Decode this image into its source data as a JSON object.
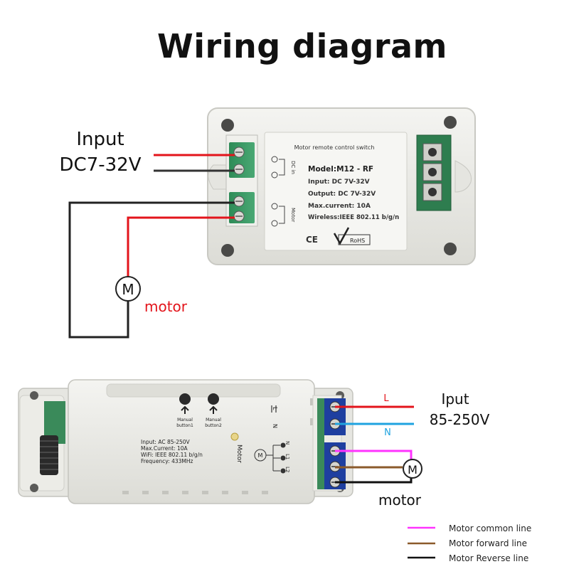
{
  "title": "Wiring diagram",
  "top_device": {
    "input_label": "Input",
    "input_voltage": "DC7-32V",
    "motor_symbol": "M",
    "motor_label": "motor",
    "panel_heading": "Motor remote control switch",
    "model": "Model:M12 - RF",
    "input_spec": "Input: DC 7V-32V",
    "output_spec": "Output: DC 7V-32V",
    "max_current": "Max.current: 10A",
    "wireless": "Wireless:IEEE 802.11 b/g/n",
    "dc_in_label": "DC in",
    "motor_terminal_label": "Motor",
    "ce_mark": "CE",
    "rohs_mark": "RoHS"
  },
  "bottom_device": {
    "manual_button1": [
      "Manual",
      "button1"
    ],
    "manual_button2": [
      "Manual",
      "button2"
    ],
    "spec_lines": [
      "Input: AC 85-250V",
      "Max.Current: 10A",
      "WiFi:  IEEE 802.11 b/g/n",
      "Frequency:  433MHz"
    ],
    "motor_vertical": "Motor",
    "terminal_L": "L",
    "terminal_N": "N",
    "terminal_N2": "N",
    "terminal_L1": "L1",
    "terminal_L2": "L2",
    "line_L": "L",
    "line_N": "N",
    "input_label": "Iput",
    "input_voltage": "85-250V",
    "motor_symbol": "M",
    "motor_label": "motor"
  },
  "legend": [
    {
      "label": "Motor common line",
      "color": "#ff33ff"
    },
    {
      "label": "Motor forward line",
      "color": "#8b5a2b"
    },
    {
      "label": "Motor Reverse line",
      "color": "#111111"
    }
  ],
  "colors": {
    "red_wire": "#e3141b",
    "black_wire": "#222222",
    "blue_wire": "#1fa3e0",
    "terminal_green": "#2f8f5a",
    "terminal_blue": "#1e3fa0",
    "housing": "#eeeeea"
  }
}
